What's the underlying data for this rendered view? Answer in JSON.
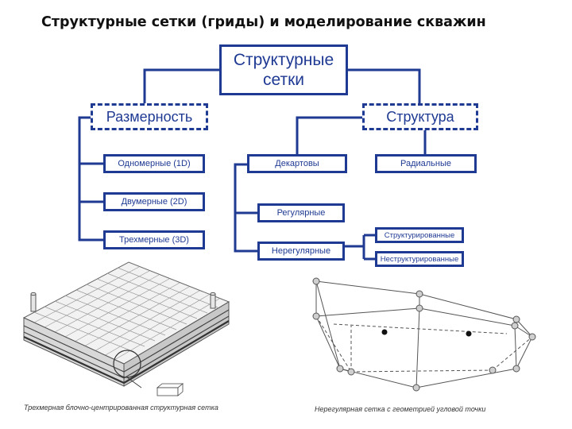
{
  "title": "Структурные сетки (гриды) и моделирование скважин",
  "root": {
    "line1": "Структурные",
    "line2": "сетки"
  },
  "dimension": {
    "label": "Размерность",
    "items": [
      "Одномерные (1D)",
      "Двумерные (2D)",
      "Трехмерные (3D)"
    ]
  },
  "structure": {
    "label": "Структура",
    "cartesian": "Декартовы",
    "radial": "Радиальные",
    "regular": "Регулярные",
    "irregular": "Нерегулярные",
    "structured": "Структурированные",
    "unstructured": "Неструктурированные"
  },
  "captions": {
    "left": "Трехмерная блочно-центрированная структурная сетка",
    "right": "Нерегулярная сетка с геометрией угловой точки"
  },
  "colors": {
    "accent": "#1f3a93"
  }
}
